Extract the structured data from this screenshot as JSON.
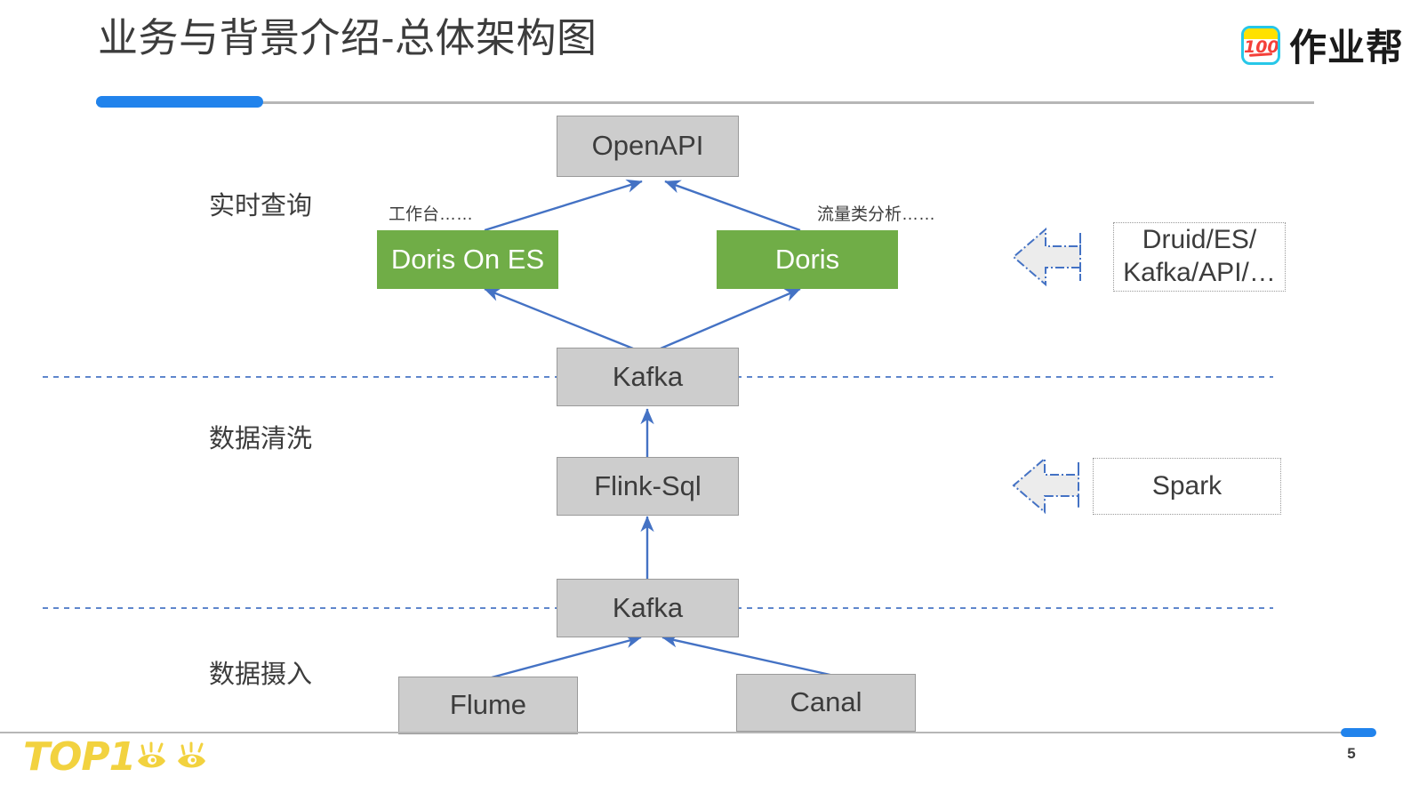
{
  "header": {
    "title": "业务与背景介绍-总体架构图",
    "accent_color": "#2183ec",
    "rule_color": "#b6b6b6"
  },
  "brand": {
    "badge_icon": "hundred-points-icon",
    "badge_text": "100",
    "name": "作业帮"
  },
  "diagram": {
    "type": "architecture-flow",
    "node_colors": {
      "gray": "#cdcdcd",
      "green": "#70ad47",
      "arrow": "#4472c4"
    },
    "stages": [
      {
        "id": "stage-realtime-query",
        "label": "实时查询"
      },
      {
        "id": "stage-data-cleaning",
        "label": "数据清洗"
      },
      {
        "id": "stage-data-ingestion",
        "label": "数据摄入"
      }
    ],
    "nodes": [
      {
        "id": "openapi",
        "label": "OpenAPI",
        "style": "gray"
      },
      {
        "id": "doris-on-es",
        "label": "Doris On ES",
        "style": "green"
      },
      {
        "id": "doris",
        "label": "Doris",
        "style": "green"
      },
      {
        "id": "kafka-query",
        "label": "Kafka",
        "style": "gray"
      },
      {
        "id": "flink-sql",
        "label": "Flink-Sql",
        "style": "gray"
      },
      {
        "id": "kafka-ingest",
        "label": "Kafka",
        "style": "gray"
      },
      {
        "id": "flume",
        "label": "Flume",
        "style": "gray"
      },
      {
        "id": "canal",
        "label": "Canal",
        "style": "gray"
      }
    ],
    "edge_notes": [
      {
        "id": "note-workbench",
        "label": "工作台……"
      },
      {
        "id": "note-traffic-analysis",
        "label": "流量类分析……"
      }
    ],
    "edges": [
      {
        "from": "doris-on-es",
        "to": "openapi"
      },
      {
        "from": "doris",
        "to": "openapi"
      },
      {
        "from": "kafka-query",
        "to": "doris-on-es"
      },
      {
        "from": "kafka-query",
        "to": "doris"
      },
      {
        "from": "flink-sql",
        "to": "kafka-query"
      },
      {
        "from": "kafka-ingest",
        "to": "flink-sql"
      },
      {
        "from": "flume",
        "to": "kafka-ingest"
      },
      {
        "from": "canal",
        "to": "kafka-ingest"
      }
    ],
    "legacy_notes": [
      {
        "id": "legacy-query",
        "label_line1": "Druid/ES/",
        "label_line2": "Kafka/API/…"
      },
      {
        "id": "legacy-cleaning",
        "label_line1": "Spark",
        "label_line2": ""
      }
    ]
  },
  "footer": {
    "logo_text": "TOP1",
    "logo_icon": "eyes-icon",
    "page_number": "5"
  }
}
